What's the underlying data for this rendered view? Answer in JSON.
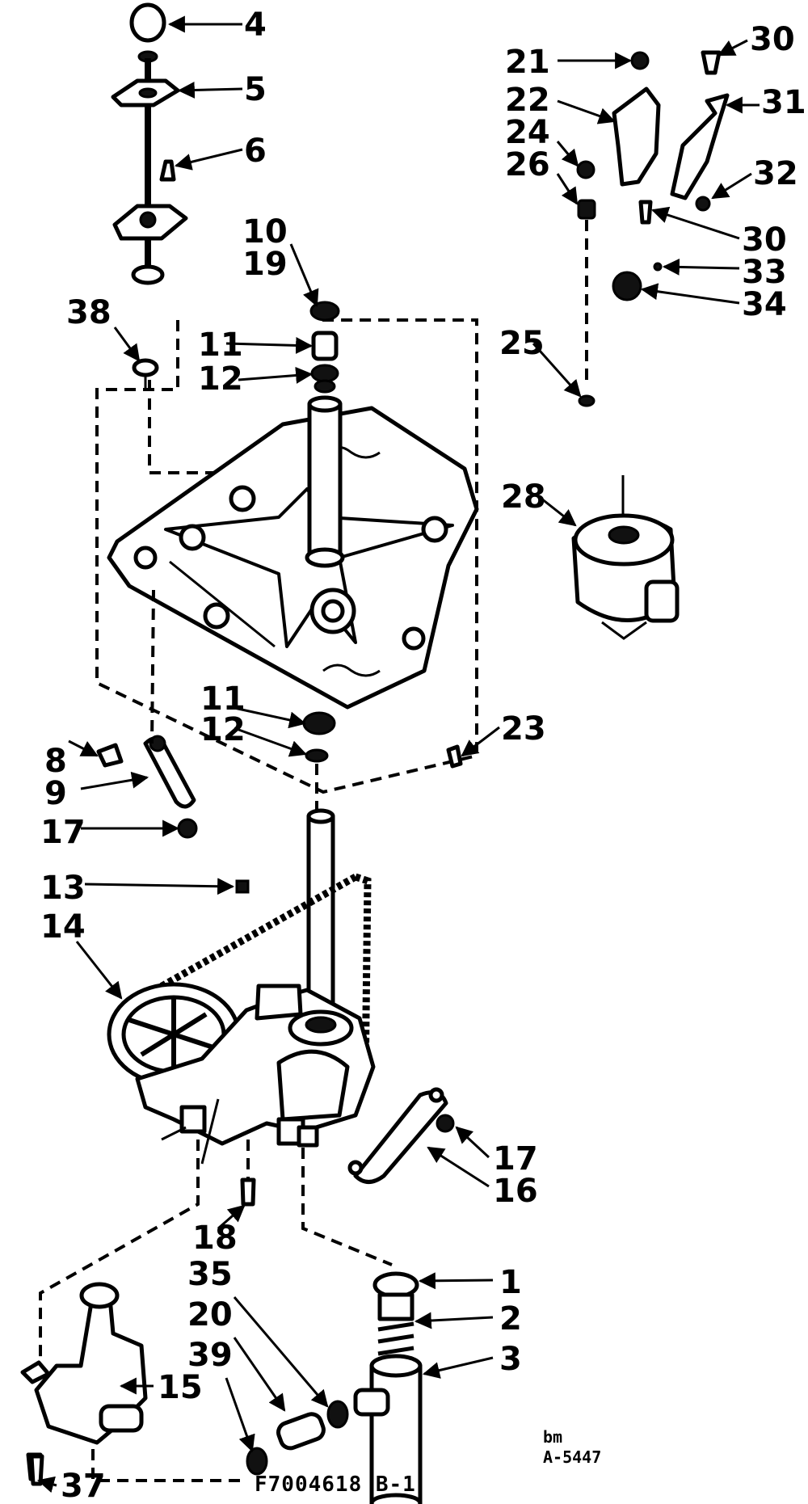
{
  "labels": {
    "l1": "1",
    "l2": "2",
    "l3": "3",
    "l4": "4",
    "l5": "5",
    "l6": "6",
    "l8": "8",
    "l9": "9",
    "l10": "10",
    "l11a": "11",
    "l11b": "11",
    "l12a": "12",
    "l12b": "12",
    "l13": "13",
    "l14": "14",
    "l15": "15",
    "l16": "16",
    "l17a": "17",
    "l17b": "17",
    "l18": "18",
    "l19": "19",
    "l20": "20",
    "l21": "21",
    "l22": "22",
    "l23": "23",
    "l24": "24",
    "l25": "25",
    "l26": "26",
    "l28": "28",
    "l30a": "30",
    "l30b": "30",
    "l31": "31",
    "l32": "32",
    "l33": "33",
    "l34": "34",
    "l35": "35",
    "l37": "37",
    "l38": "38",
    "l39": "39"
  },
  "footer": {
    "drawing_code": "F7004618 B-1",
    "ref_top": "bm",
    "ref_bottom": "A-5447"
  }
}
